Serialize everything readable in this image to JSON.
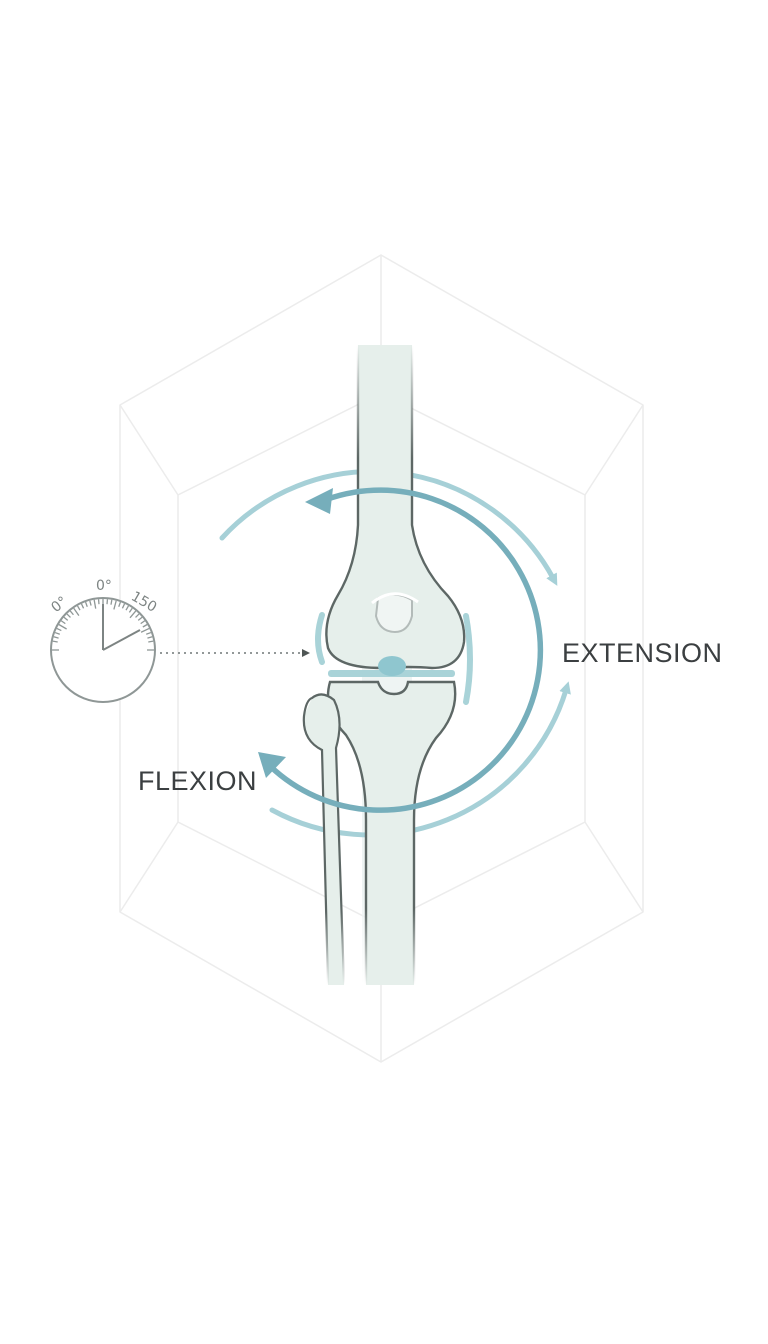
{
  "labels": {
    "extension": "EXTENSION",
    "flexion": "FLEXION"
  },
  "goniometer": {
    "scale_left": "0°",
    "scale_top": "0°",
    "scale_right": "150"
  },
  "colors": {
    "background": "#ffffff",
    "bone_outline": "#5d6765",
    "bone_fill": "#e6efeb",
    "cartilage": "#a9d3d8",
    "arrow_primary": "#76aebb",
    "arrow_secondary": "#a6d0d7",
    "hexagon_line": "#ececec",
    "dial_line": "#8f9796",
    "label_text": "#3b3f41"
  },
  "icons": {
    "flexion_arrow": "curved-arrow-counterclockwise-icon",
    "extension_arrow": "curved-arrow-clockwise-icon",
    "goniometer": "dial-gauge-icon"
  }
}
